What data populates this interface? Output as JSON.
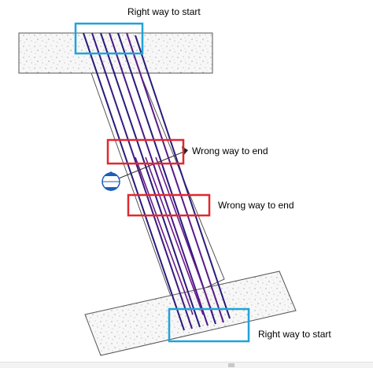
{
  "labels": {
    "top_start": "Right way to start",
    "wrong_end_1": "Wrong way to end",
    "wrong_end_2": "Wrong way to end",
    "bottom_start": "Right way to start"
  },
  "colors": {
    "correct_box": "#1fa3d9",
    "wrong_box": "#e0282e",
    "rebar": "#2a1a7a",
    "rebar_alt": "#6a1a8a",
    "concrete_fill": "#f4f4f4",
    "outline": "#555555",
    "section_marker": "#1c5fb8"
  },
  "icons": {
    "section_marker": "section-cut-icon"
  }
}
